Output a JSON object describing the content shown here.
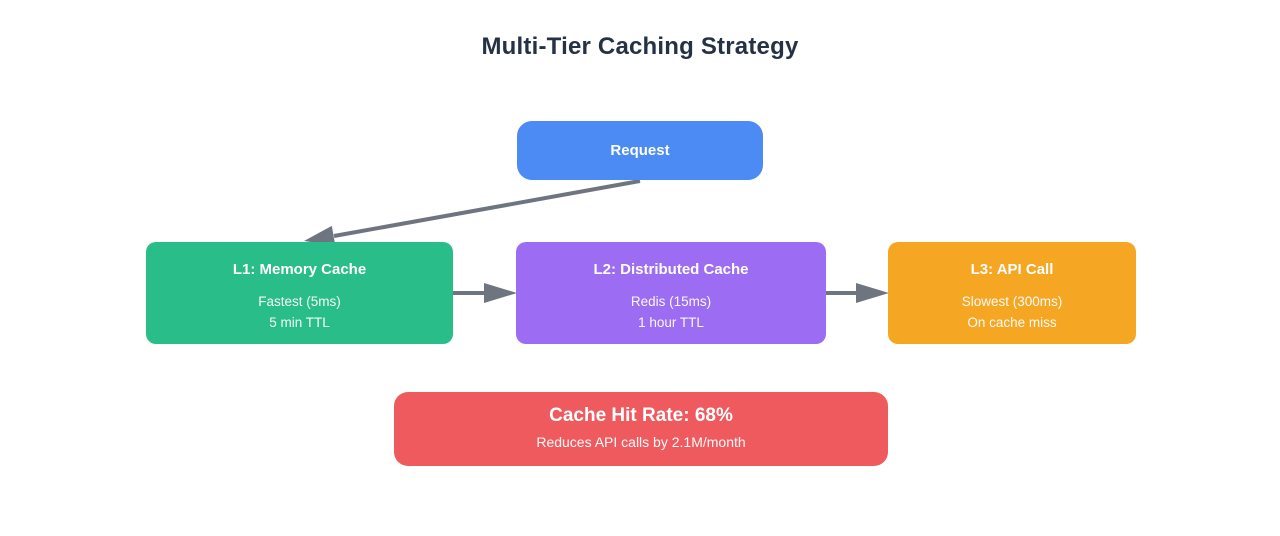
{
  "title": "Multi-Tier Caching Strategy",
  "colors": {
    "background": "#ffffff",
    "title_text": "#253245",
    "arrow": "#6e7480",
    "request_blue": "#4b8bf3",
    "l1_green": "#29bd8a",
    "l2_purple": "#9c6df2",
    "l3_orange": "#f5a623",
    "summary_red": "#ef5a5f"
  },
  "nodes": {
    "request": {
      "label": "Request"
    },
    "l1": {
      "title": "L1: Memory Cache",
      "detail1": "Fastest (5ms)",
      "detail2": "5 min TTL"
    },
    "l2": {
      "title": "L2: Distributed Cache",
      "detail1": "Redis (15ms)",
      "detail2": "1 hour TTL"
    },
    "l3": {
      "title": "L3: API Call",
      "detail1": "Slowest (300ms)",
      "detail2": "On cache miss"
    }
  },
  "summary": {
    "title": "Cache Hit Rate: 68%",
    "subtitle": "Reduces API calls by 2.1M/month"
  }
}
